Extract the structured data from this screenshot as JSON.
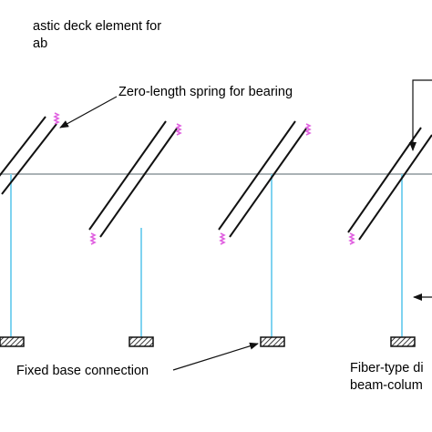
{
  "labels": {
    "deck_line1": "astic deck element for",
    "deck_line2": "ab",
    "spring": "Zero-length spring for bearing",
    "base": "Fixed base connection",
    "fiber_line1": "Fiber-type di",
    "fiber_line2": "beam-colum"
  },
  "colors": {
    "column": "#7fd3f0",
    "girder": "#aab2b5",
    "deck": "#111111",
    "spring": "#e060e0",
    "arrow": "#111111"
  }
}
